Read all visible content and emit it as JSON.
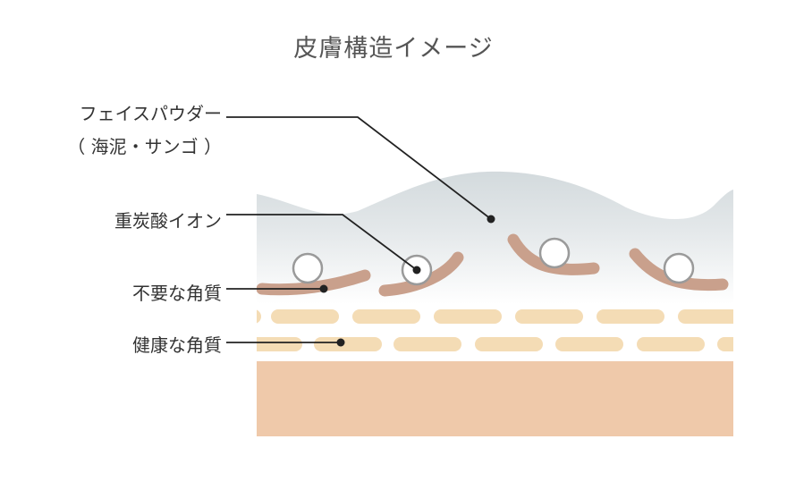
{
  "title": "皮膚構造イメージ",
  "labels": {
    "face_powder_line1": "フェイスパウダー",
    "face_powder_line2": "（ 海泥・サンゴ ）",
    "bicarbonate_ion": "重炭酸イオン",
    "unhealthy_keratin": "不要な角質",
    "healthy_keratin": "健康な角質"
  },
  "colors": {
    "powder_layer": "#d3dadd",
    "keratin_unwanted": "#c9a08c",
    "keratin_healthy": "#f4dcb5",
    "dermis": "#efc9aa",
    "leader_line": "#222222",
    "ion_stroke": "#9a9a9a"
  }
}
